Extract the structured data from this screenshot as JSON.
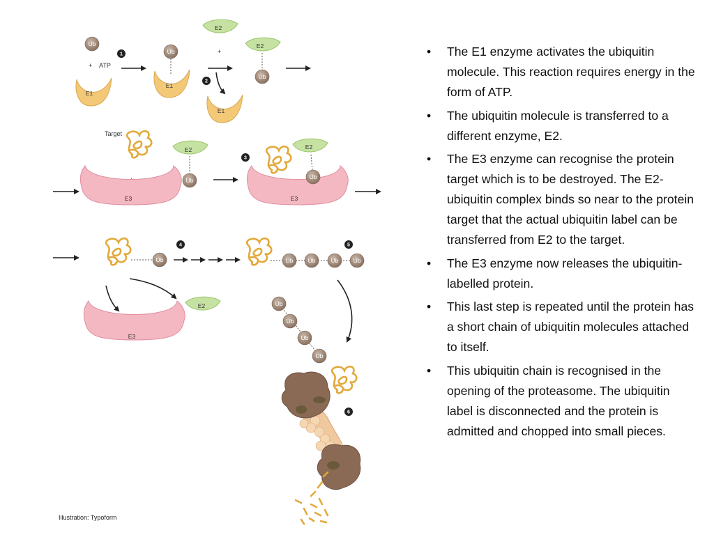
{
  "diagram": {
    "labels": {
      "ub": "Ub",
      "atp": "ATP",
      "e1": "E1",
      "e2": "E2",
      "e3": "E3",
      "target": "Target",
      "plus": "+"
    },
    "steps": [
      "1",
      "2",
      "3",
      "4",
      "5",
      "6"
    ],
    "credit": "Illustration: Typoform",
    "colors": {
      "e1": "#f3c877",
      "e2": "#c6e2a2",
      "e3": "#f4b8c3",
      "ub": "#a0897a",
      "protein": "#e2a93b",
      "proteasome": "#8b6a55",
      "core": "#f0c9a0"
    }
  },
  "bullets": [
    "The E1 enzyme activates the ubiquitin molecule. This reaction requires energy in the form of ATP.",
    "The ubiquitin molecule is transferred to a different enzyme, E2.",
    "The E3 enzyme can recognise the protein target which is to be destroyed. The E2-ubiquitin complex binds so near to the protein target that the actual ubiquitin label can be transferred from E2 to the target.",
    "The E3 enzyme now releases the ubiquitin-labelled protein.",
    "This last step is repeated until the protein has a short chain of ubiquitin molecules attached to itself.",
    "This ubiquitin chain is recognised in the opening of the proteasome. The ubiquitin label is disconnected and the protein is admitted and chopped into small pieces."
  ],
  "bullet_glyph": "•"
}
